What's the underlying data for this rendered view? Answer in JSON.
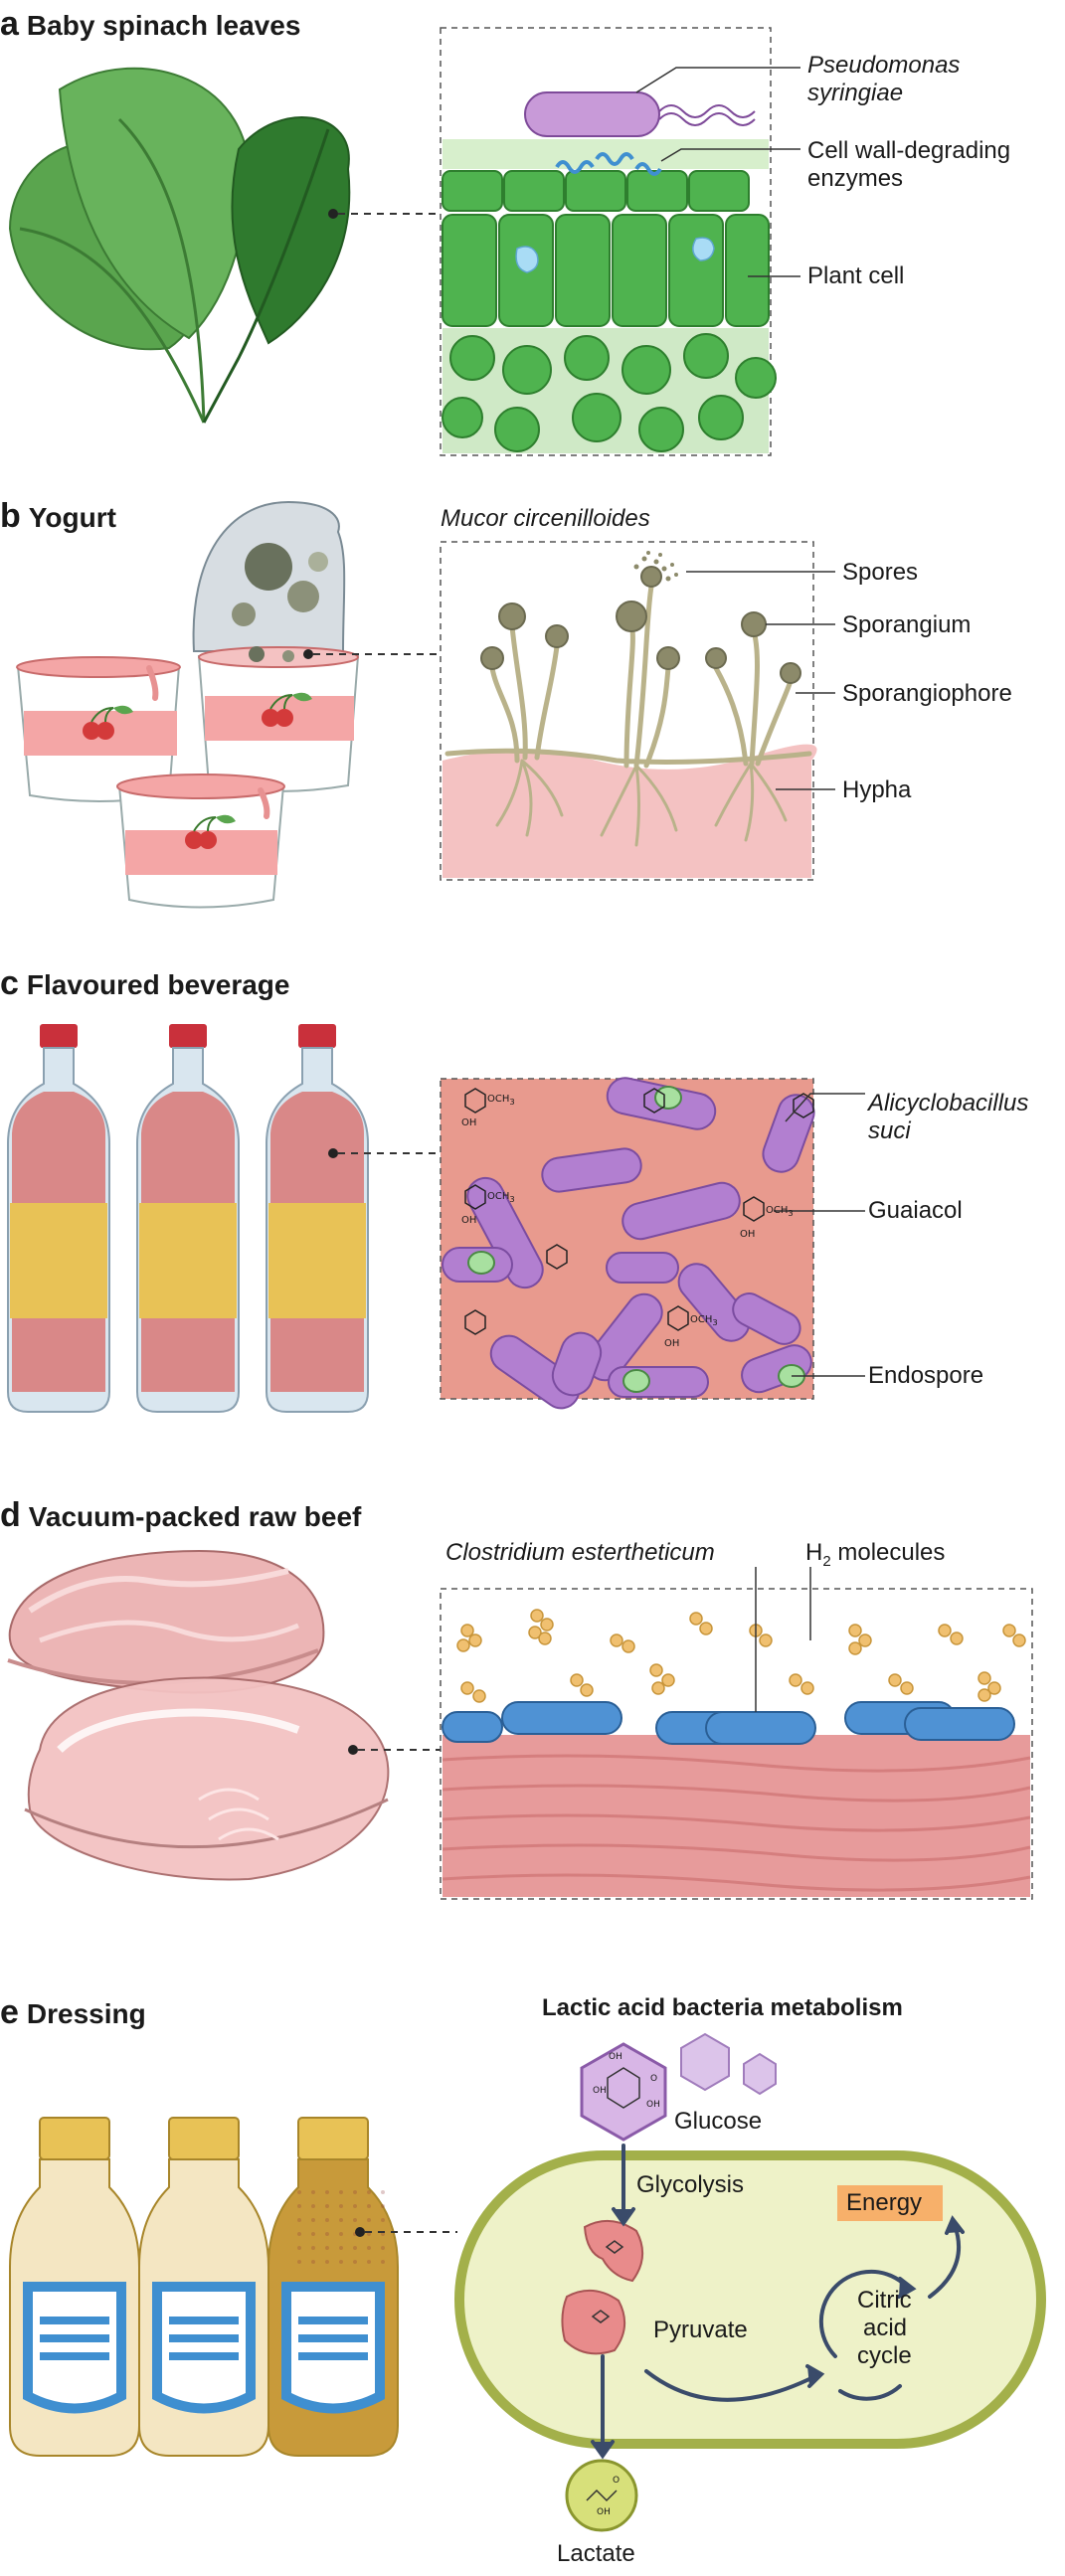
{
  "colors": {
    "spinach": "#5aa54e",
    "plant_cell": "#4fb34f",
    "pseudomonas": "#c89ad8",
    "enzyme": "#3f8fd0",
    "yogurt_inner": "#f4c2c2",
    "hypha": "#d9d4b2",
    "sporangium": "#8c8a6a",
    "beverage_bg": "#e89a8e",
    "alicyclobacillus": "#b27fd0",
    "endospore": "#a8e0a0",
    "beef": "#e79b9b",
    "clostridium": "#4f92d4",
    "h2": "#f0c070",
    "cell_membrane": "#a3b04a",
    "cytoplasm": "#eef2c8",
    "energy": "#f7b06a",
    "arrow": "#3a4b6a"
  },
  "panels": {
    "a": {
      "letter": "a",
      "title": "Baby spinach leaves",
      "labels": {
        "pathogen_line1": "Pseudomonas",
        "pathogen_line2": "syringiae",
        "enzymes_line1": "Cell wall-degrading",
        "enzymes_line2": "enzymes",
        "plant_cell": "Plant cell"
      }
    },
    "b": {
      "letter": "b",
      "title": "Yogurt",
      "organism": "Mucor circenilloides",
      "labels": {
        "spores": "Spores",
        "sporangium": "Sporangium",
        "sporangiophore": "Sporangiophore",
        "hypha": "Hypha"
      }
    },
    "c": {
      "letter": "c",
      "title": "Flavoured beverage",
      "labels": {
        "organism_line1": "Alicyclobacillus",
        "organism_line2": "suci",
        "guaiacol": "Guaiacol",
        "endospore": "Endospore"
      },
      "chem": {
        "och3": "OCH",
        "sub3": "3",
        "oh": "OH"
      }
    },
    "d": {
      "letter": "d",
      "title": "Vacuum-packed raw beef",
      "labels": {
        "organism": "Clostridium estertheticum",
        "h2_h": "H",
        "h2_sub": "2",
        "h2_rest": " molecules"
      }
    },
    "e": {
      "letter": "e",
      "title": "Dressing",
      "metabolism_title": "Lactic acid bacteria metabolism",
      "labels": {
        "glucose": "Glucose",
        "glycolysis": "Glycolysis",
        "energy": "Energy",
        "pyruvate": "Pyruvate",
        "cycle_line1": "Citric",
        "cycle_line2": "acid",
        "cycle_line3": "cycle",
        "lactate": "Lactate"
      },
      "chem": {
        "oh": "OH",
        "o": "O"
      }
    }
  }
}
